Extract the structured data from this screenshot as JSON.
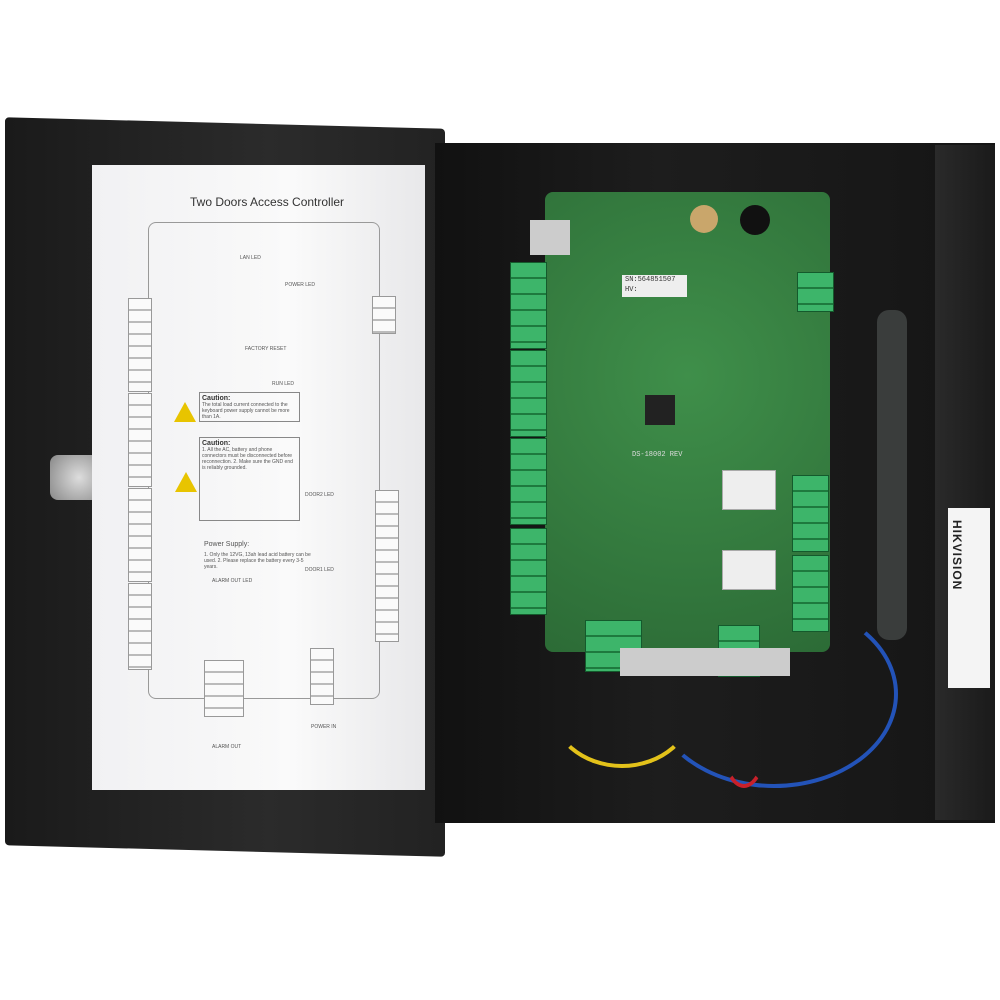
{
  "sheet": {
    "title": "Two Doors Access Controller",
    "lan_led": "LAN LED",
    "power_led": "POWER LED",
    "factory_reset": "FACTORY RESET",
    "run_led": "RUN LED",
    "caution1_title": "Caution:",
    "caution1_text": "The total load current connected to the keyboard power supply cannot be more than 1A.",
    "caution2_title": "Caution:",
    "caution2_text": "1. All the AC, battery and phone connectors must be disconnected before reconnection. 2. Make sure the GND end is reliably grounded.",
    "door2_led": "DOOR2 LED",
    "door1_led": "DOOR1 LED",
    "power_supply_title": "Power Supply:",
    "power_supply_text": "1. Only the 12VG, 13ah lead acid battery can be used. 2. Please replace the battery every 3-5 years.",
    "alarm_out_led": "ALARM OUT LED",
    "alarm_out": "ALARM OUT",
    "power_in": "POWER IN"
  },
  "board": {
    "serial": "SN:564851507",
    "hv": "HV:",
    "model": "DS-18002 REV"
  },
  "enclosure_label": {
    "brand": "HIKVISION"
  },
  "colors": {
    "enclosure": "#1a1a1a",
    "pcb": "#2f7a3c",
    "terminal": "#3db56a",
    "warning": "#e8c400"
  }
}
